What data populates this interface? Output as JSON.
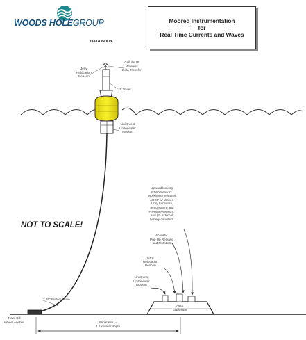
{
  "logo": {
    "brand_bold": "WOODS HOLE",
    "brand_thin": "GROUP",
    "icon": "globe-wave-icon",
    "colors": {
      "navy": "#12507e",
      "teal": "#1b8a8f"
    }
  },
  "title": {
    "line1": "Moored Instrumentation",
    "line2": "for",
    "line3": "Real Time Currents and Waves"
  },
  "buoy": {
    "heading": "DATA BUOY",
    "color": "#f4ea19",
    "labels": {
      "beacon": [
        "Jeny",
        "Relocation",
        "Beacon"
      ],
      "transfer": [
        "Cellular IP",
        "Wireless",
        "Data Transfer"
      ],
      "tower": [
        "3' Tower"
      ],
      "modem": [
        "LinkQuest",
        "Underwater",
        "Modem"
      ]
    }
  },
  "note": "NOT TO SCALE!",
  "seafloor": {
    "chain": "1.25\" Bottom chain",
    "anchor": [
      "Trawl Kill",
      "Wheel Anchor"
    ],
    "separation": [
      "Separation =",
      "1.5 x water depth"
    ],
    "platform": [
      "AWS",
      "Enclosure"
    ],
    "labels": {
      "adcp": [
        "Upward looking",
        "RDIO Sensors",
        "Workhorse Sentinel",
        "ADCP w/ Waves",
        "Array Firmware,",
        "Temperature and",
        "Pressure sensors,",
        "and (2) external",
        "battery canisters"
      ],
      "release": [
        "Acoustic",
        "Pop-Up Release",
        "and Flotation"
      ],
      "gps": [
        "GPS",
        "Relocation",
        "Beacon"
      ],
      "modem": [
        "LinkQuest",
        "Underwater",
        "Modem"
      ]
    }
  }
}
